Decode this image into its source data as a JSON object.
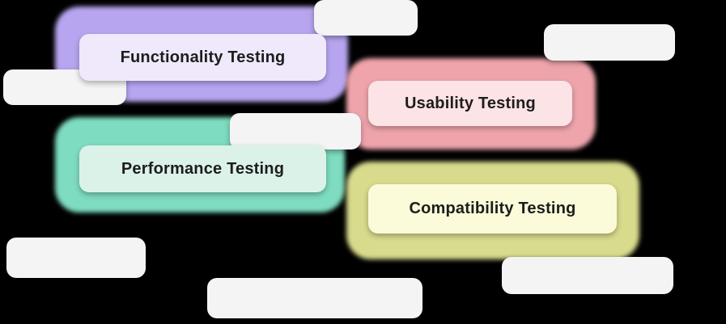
{
  "diagram": {
    "type": "concept-boxes",
    "background_color": "#000000",
    "placeholder_color": "#f4f4f4",
    "nodes": [
      {
        "label": "Functionality Testing",
        "outer_color": "#b7a5f0",
        "inner_color": "#efe9fb",
        "text_color": "#1d1d1d"
      },
      {
        "label": "Usability Testing",
        "outer_color": "#efa4ac",
        "inner_color": "#fce3e5",
        "text_color": "#1d1d1d"
      },
      {
        "label": "Performance Testing",
        "outer_color": "#7edcc0",
        "inner_color": "#dbf2e9",
        "text_color": "#1d1d1d"
      },
      {
        "label": "Compatibility Testing",
        "outer_color": "#d8db8c",
        "inner_color": "#fbfbd9",
        "text_color": "#1d1d1d"
      }
    ],
    "placeholder_box_count": 7
  }
}
